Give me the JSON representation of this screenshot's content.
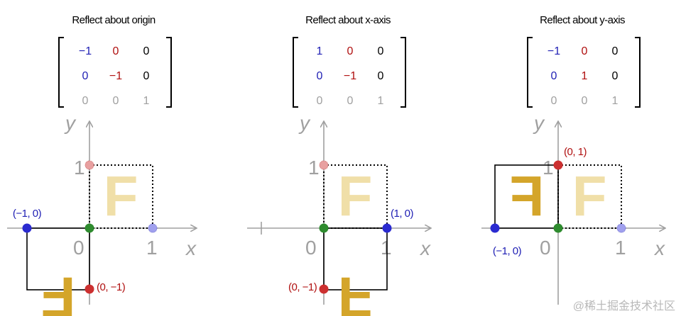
{
  "panels": [
    {
      "title": "Reflect about origin",
      "matrix": [
        [
          "−1",
          "0",
          "0"
        ],
        [
          "0",
          "−1",
          "0"
        ],
        [
          "0",
          "0",
          "1"
        ]
      ],
      "points": {
        "left": "(−1, 0)",
        "bottom": "(0, −1)",
        "top": "",
        "right": ""
      }
    },
    {
      "title": "Reflect about x-axis",
      "matrix": [
        [
          "1",
          "0",
          "0"
        ],
        [
          "0",
          "−1",
          "0"
        ],
        [
          "0",
          "0",
          "1"
        ]
      ],
      "points": {
        "left": "",
        "bottom": "(0, −1)",
        "top": "",
        "right": "(1, 0)"
      }
    },
    {
      "title": "Reflect about y-axis",
      "matrix": [
        [
          "−1",
          "0",
          "0"
        ],
        [
          "0",
          "1",
          "0"
        ],
        [
          "0",
          "0",
          "1"
        ]
      ],
      "points": {
        "left": "(−1, 0)",
        "bottom": "",
        "top": "(0, 1)",
        "right": ""
      }
    }
  ],
  "axes": {
    "x": "x",
    "y": "y",
    "zero": "0",
    "one": "1"
  },
  "glyph": "F",
  "colors": {
    "blue": "#1f1fb4",
    "red": "#b01010",
    "gray": "#a0a0a0",
    "gold": "#d4a52a",
    "faded_gold": "#f0dfa8",
    "green": "#2e8b2e"
  },
  "watermark": "@稀土掘金技术社区"
}
